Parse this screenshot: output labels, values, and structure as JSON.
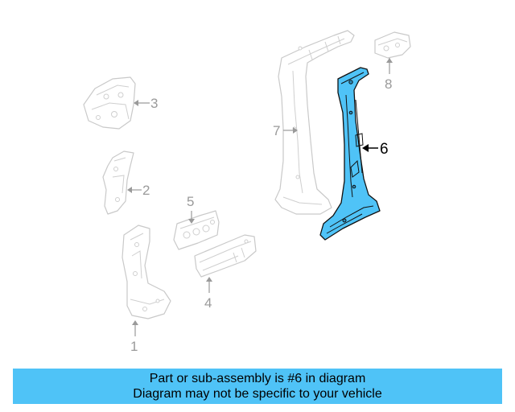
{
  "callouts": {
    "one": "1",
    "two": "2",
    "three": "3",
    "four": "4",
    "five": "5",
    "six": "6",
    "seven": "7",
    "eight": "8"
  },
  "banner": {
    "line1": "Part or sub-assembly is #6 in diagram",
    "line2": "Diagram may not be specific to your vehicle"
  },
  "colors": {
    "highlight": "#4fc3f7",
    "banner": "#4fc3f7",
    "ghost_outline": "#c9c9c9",
    "callout_gray": "#9a9a9a"
  }
}
